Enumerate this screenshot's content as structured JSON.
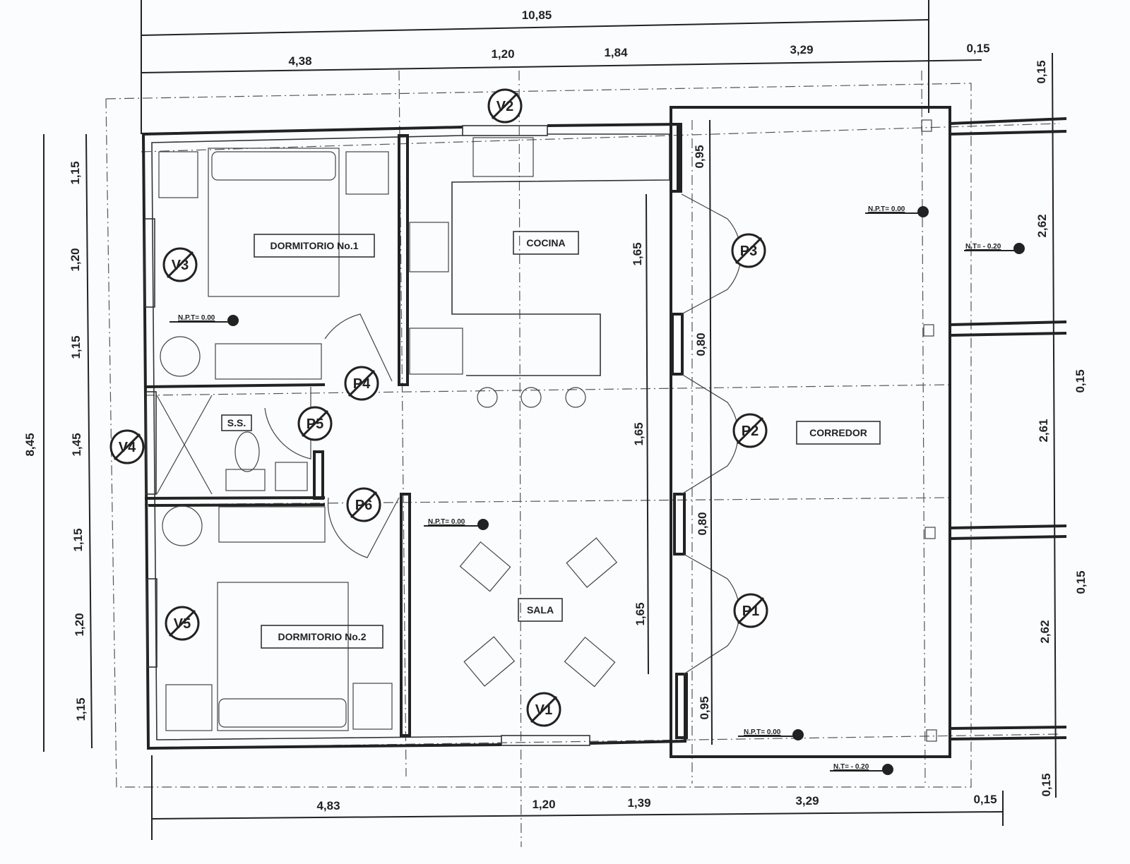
{
  "title_dimension": "10,85",
  "dims_top": [
    "4,38",
    "1,20",
    "1,84",
    "3,29",
    "0,15"
  ],
  "dims_bottom": [
    "4,83",
    "1,20",
    "1,39",
    "3,29",
    "0,15"
  ],
  "dim_left_total": "8,45",
  "dims_left": [
    "1,15",
    "1,20",
    "1,15",
    "1,45",
    "1,15",
    "1,20",
    "1,15"
  ],
  "dims_inner_right": [
    "0,95",
    "1,65",
    "0,80",
    "1,65",
    "0,80",
    "1,65",
    "0,95"
  ],
  "dims_far_right": [
    "0,15",
    "2,62",
    "0,15",
    "2,61",
    "0,15",
    "2,62",
    "0,15"
  ],
  "rooms": {
    "dorm1": "DORMITORIO No.1",
    "cocina": "COCINA",
    "ss": "S.S.",
    "corredor": "CORREDOR",
    "sala": "SALA",
    "dorm2": "DORMITORIO No.2"
  },
  "windows": [
    "V1",
    "V2",
    "V3",
    "V4",
    "V5"
  ],
  "doors": [
    "P1",
    "P2",
    "P3",
    "P4",
    "P5",
    "P6"
  ],
  "levels": {
    "npt": "N.P.T= 0.00",
    "nt": "N.T= - 0.20"
  }
}
